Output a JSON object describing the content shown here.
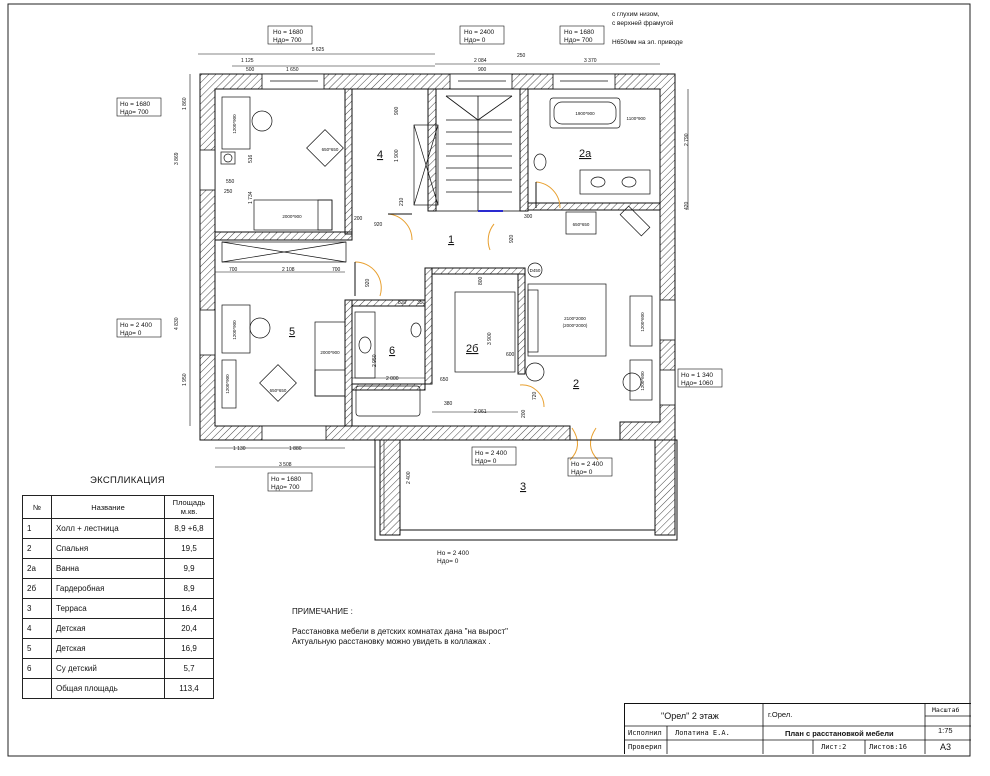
{
  "rooms": {
    "r1": "1",
    "r2": "2",
    "r2a": "2а",
    "r2b": "2б",
    "r3": "3",
    "r4": "4",
    "r5": "5",
    "r6": "6"
  },
  "window_labels": [
    {
      "ho": "Но = 1680",
      "hd": "Ндо= 700"
    },
    {
      "ho": "Но = 2400",
      "hd": "Ндо= 0"
    },
    {
      "ho": "Но = 1680",
      "hd": "Ндо= 700"
    },
    {
      "ho": "Но = 1680",
      "hd": "Ндо= 700"
    },
    {
      "ho": "Но = 2 400",
      "hd": "Ндо= 0"
    },
    {
      "ho": "Но = 1 340",
      "hd": "Ндо= 1060"
    },
    {
      "ho": "Но = 2 400",
      "hd": "Ндо= 0"
    },
    {
      "ho": "Но = 2 400",
      "hd": "Ндо= 0"
    },
    {
      "ho": "Но = 1680",
      "hd": "Ндо= 700"
    },
    {
      "ho": "Но = 2 400",
      "hd": "Ндо= 0"
    }
  ],
  "window_note": [
    "с глухим низом,",
    "с верхней фрамугой",
    "Н650мм на эл. приводе"
  ],
  "dims": {
    "d5625": "5 625",
    "d1125": "1 125",
    "d500": "500",
    "d1650": "1 650",
    "d2084": "2 084",
    "d3370": "3 370",
    "d250": "250",
    "d900": "900",
    "d1860": "1 860",
    "d3869": "3 869",
    "d900b": "900",
    "d1900": "1 900",
    "d516": "516",
    "d550": "550",
    "d250b": "250",
    "d1734": "1 734",
    "d200": "200",
    "d920": "920",
    "d210": "210",
    "d300": "300",
    "d920b": "920",
    "d2790": "2 790",
    "d420": "420",
    "d700": "700",
    "d2108": "2 108",
    "d700b": "700",
    "d920c": "920",
    "d820": "820",
    "d350": "350",
    "d800": "800",
    "d600": "600",
    "d4830": "4 830",
    "d1950": "1 950",
    "d2950": "2 950",
    "d2000": "2 000",
    "d650": "650",
    "d3900": "3 900",
    "d380": "380",
    "d2061": "2 061",
    "d720": "720",
    "d200b": "200",
    "d1130": "1 130",
    "d1880": "1 880",
    "d3508": "3 508",
    "d2400": "2 400",
    "d2400b": "2 400"
  },
  "furniture": {
    "bed4": "2000*900",
    "bed4v": "1200*900",
    "ch4": "650*650",
    "bath2a": "1900*900",
    "shower2a": "1100*900",
    "chair2a": "650*650",
    "bed2": "2100*2000",
    "bed2s": "(2000*2000)",
    "desk2": "1200*600",
    "desk2b": "1200*600",
    "d450": "D450",
    "bed5": "2000*900",
    "desk5": "1200*900",
    "desk5b": "1200*900",
    "ch5": "650*650"
  },
  "explication": {
    "title": "ЭКСПЛИКАЦИЯ",
    "head": {
      "num": "№",
      "name": "Название",
      "area": "Площадь м.кв."
    },
    "rows": [
      {
        "num": "1",
        "name": "Холл + лестница",
        "area": "8,9 +6,8"
      },
      {
        "num": "2",
        "name": "Спальня",
        "area": "19,5"
      },
      {
        "num": "2а",
        "name": "Ванна",
        "area": "9,9"
      },
      {
        "num": "2б",
        "name": "Гардеробная",
        "area": "8,9"
      },
      {
        "num": "3",
        "name": "Терраса",
        "area": "16,4"
      },
      {
        "num": "4",
        "name": "Детская",
        "area": "20,4"
      },
      {
        "num": "5",
        "name": "Детская",
        "area": "16,9"
      },
      {
        "num": "6",
        "name": "Су детский",
        "area": "5,7"
      },
      {
        "num": "",
        "name": "Общая площадь",
        "area": "113,4"
      }
    ]
  },
  "note": {
    "title": "ПРИМЕЧАНИЕ :",
    "line1": "Расстановка мебели в детских комнатах дана \"на вырост\"",
    "line2": "Актуальную расстановку можно увидеть в коллажах ."
  },
  "stamp": {
    "project": "\"Орел\"  2 этаж",
    "city": "г.Орел.",
    "scale_label": "Масштаб",
    "scale": "1:75",
    "executor_label": "Исполнил",
    "executor": "Лопатина Е.А.",
    "sheet_title": "План с расстановкой мебели",
    "checked_label": "Проверил",
    "sheet": "Лист:2",
    "sheets": "Листов:16",
    "format": "А3"
  },
  "colors": {
    "door": "#e8a030",
    "stairline": "#2a2ad0",
    "line": "#111111"
  }
}
